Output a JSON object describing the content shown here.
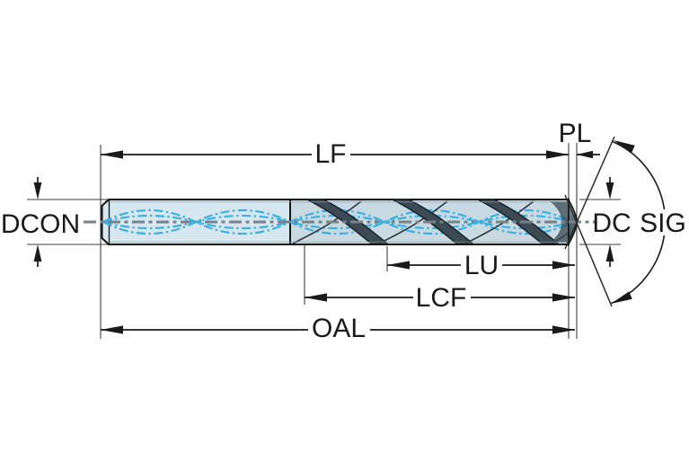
{
  "labels": {
    "lf": "LF",
    "pl": "PL",
    "dcon": "DCON",
    "dc": "DC",
    "sig": "SIG",
    "lu": "LU",
    "lcf": "LCF",
    "oal": "OAL"
  },
  "colors": {
    "background": "#ffffff",
    "shank_fill": "#d7e7f0",
    "flute_fill": "#c9d9e2",
    "flute_groove": "#3c4a53",
    "outline": "#141414",
    "coolant_line": "#3fb0de",
    "centerline": "#79828a",
    "dimension_line": "#1a1a1a",
    "extension_line": "#3f3f3f"
  }
}
